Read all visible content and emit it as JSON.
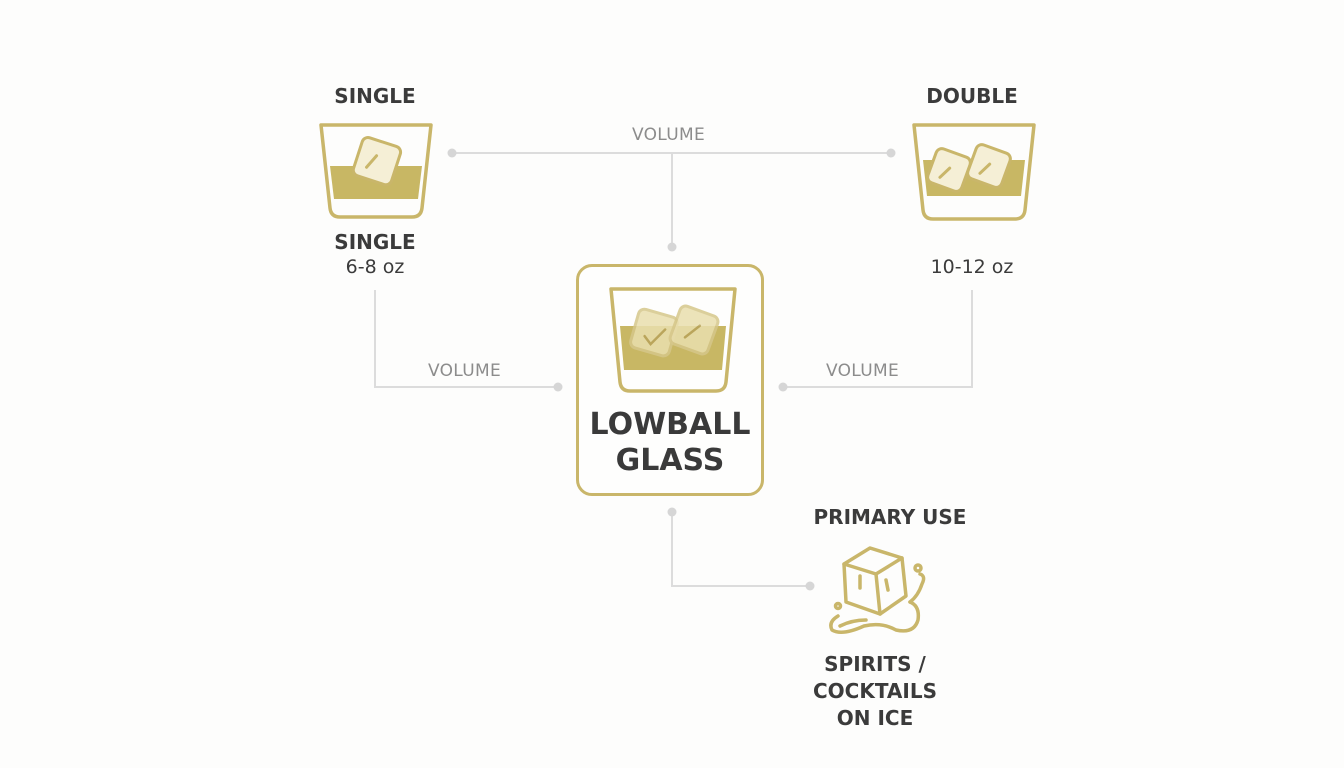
{
  "colors": {
    "accent": "#c9b66a",
    "accent_fill": "#c8b764",
    "connector": "#dcdcdc",
    "text": "#3b3b3b",
    "muted": "#8c8c8c"
  },
  "center": {
    "title_line1": "LOWBALL",
    "title_line2": "GLASS",
    "icon": "rocks-glass-two-ice-icon"
  },
  "single": {
    "heading": "SINGLE",
    "label": "SINGLE",
    "volume": "6-8 oz",
    "icon": "rocks-glass-one-ice-icon"
  },
  "double": {
    "heading": "DOUBLE",
    "volume": "10-12 oz",
    "icon": "rocks-glass-two-ice-icon"
  },
  "primary_use": {
    "heading": "PRIMARY USE",
    "line1": "SPIRITS /",
    "line2": "COCKTAILS",
    "line3": "ON ICE",
    "icon": "ice-cube-splash-icon"
  },
  "edges": {
    "top": "VOLUME",
    "left": "VOLUME",
    "right": "VOLUME"
  }
}
